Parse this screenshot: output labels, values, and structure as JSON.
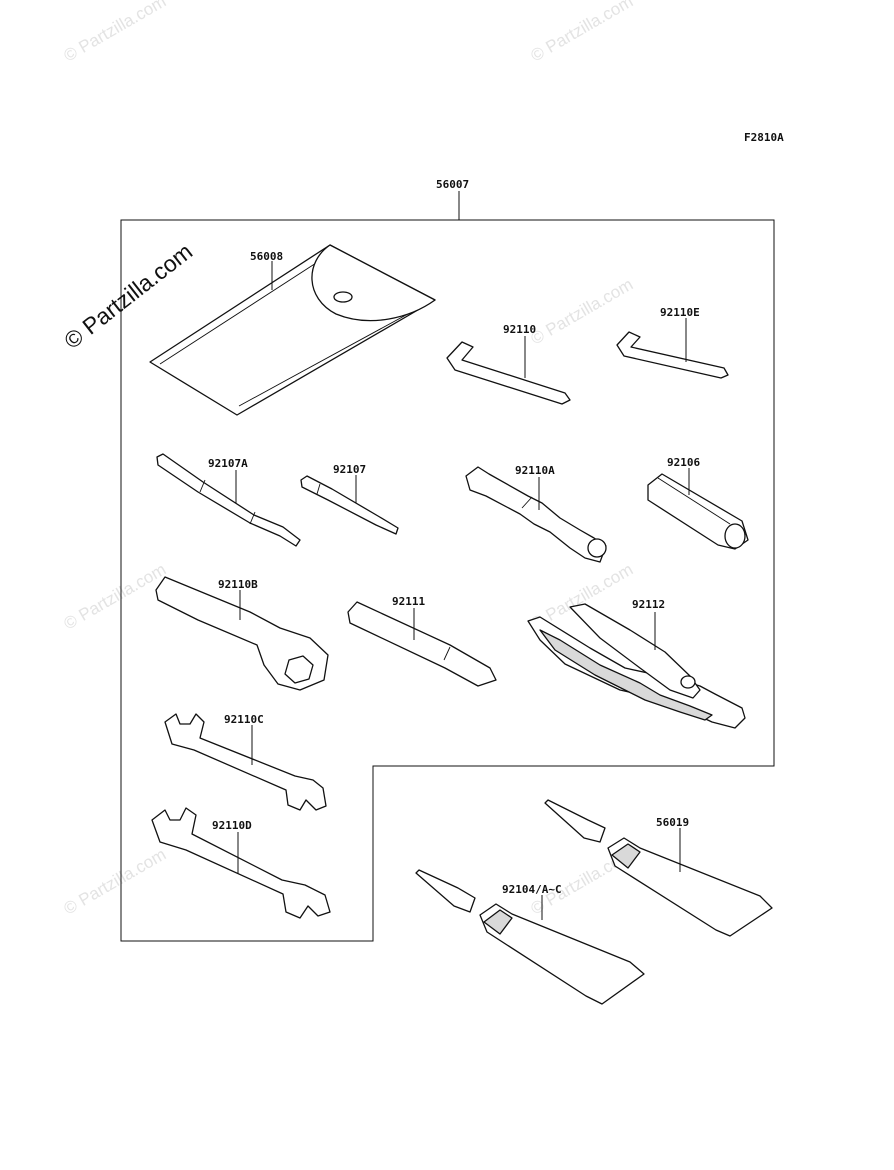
{
  "figure_code": "F2810A",
  "watermark_text": "© Partzilla.com",
  "parts": {
    "kit": "56007",
    "pouch": "56008",
    "hex_wrench_l": "92110",
    "hex_wrench_s": "92110E",
    "screwdriver_a": "92107A",
    "screwdriver": "92107",
    "spark_plug_wrench": "92110A",
    "handle_bar": "92106",
    "box_wrench": "92110B",
    "extension_bar": "92111",
    "pliers": "92112",
    "open_wrench_c": "92110C",
    "open_wrench_d": "92110D",
    "grease_tube": "56019",
    "sealant_tube": "92104/A~C"
  }
}
